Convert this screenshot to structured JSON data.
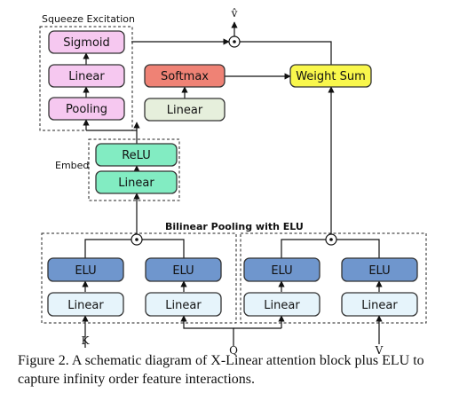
{
  "colors": {
    "pink": "#f6c8f0",
    "green": "#82ecc2",
    "red": "#ef8275",
    "pale_green": "#e6efdc",
    "yellow": "#f9f74c",
    "blue": "#6f96cd",
    "pale_blue": "#e6f4fb"
  },
  "groups": {
    "squeeze": "Squeeze Excitation",
    "embed": "Embed",
    "bilinear": "Bilinear Pooling with ELU"
  },
  "blocks": {
    "sigmoid": "Sigmoid",
    "se_linear": "Linear",
    "pooling": "Pooling",
    "softmax": "Softmax",
    "attn_linear": "Linear",
    "weight_sum": "Weight Sum",
    "relu": "ReLU",
    "embed_linear": "Linear",
    "elu_1": "ELU",
    "elu_2": "ELU",
    "elu_3": "ELU",
    "elu_4": "ELU",
    "linear_1": "Linear",
    "linear_2": "Linear",
    "linear_3": "Linear",
    "linear_4": "Linear"
  },
  "inputs": {
    "k": "K",
    "q": "Q",
    "v": "V"
  },
  "output": {
    "v_hat": "v̂"
  },
  "caption": "Figure 2.   A schematic diagram of X-Linear attention block plus ELU to capture infinity order feature interactions."
}
